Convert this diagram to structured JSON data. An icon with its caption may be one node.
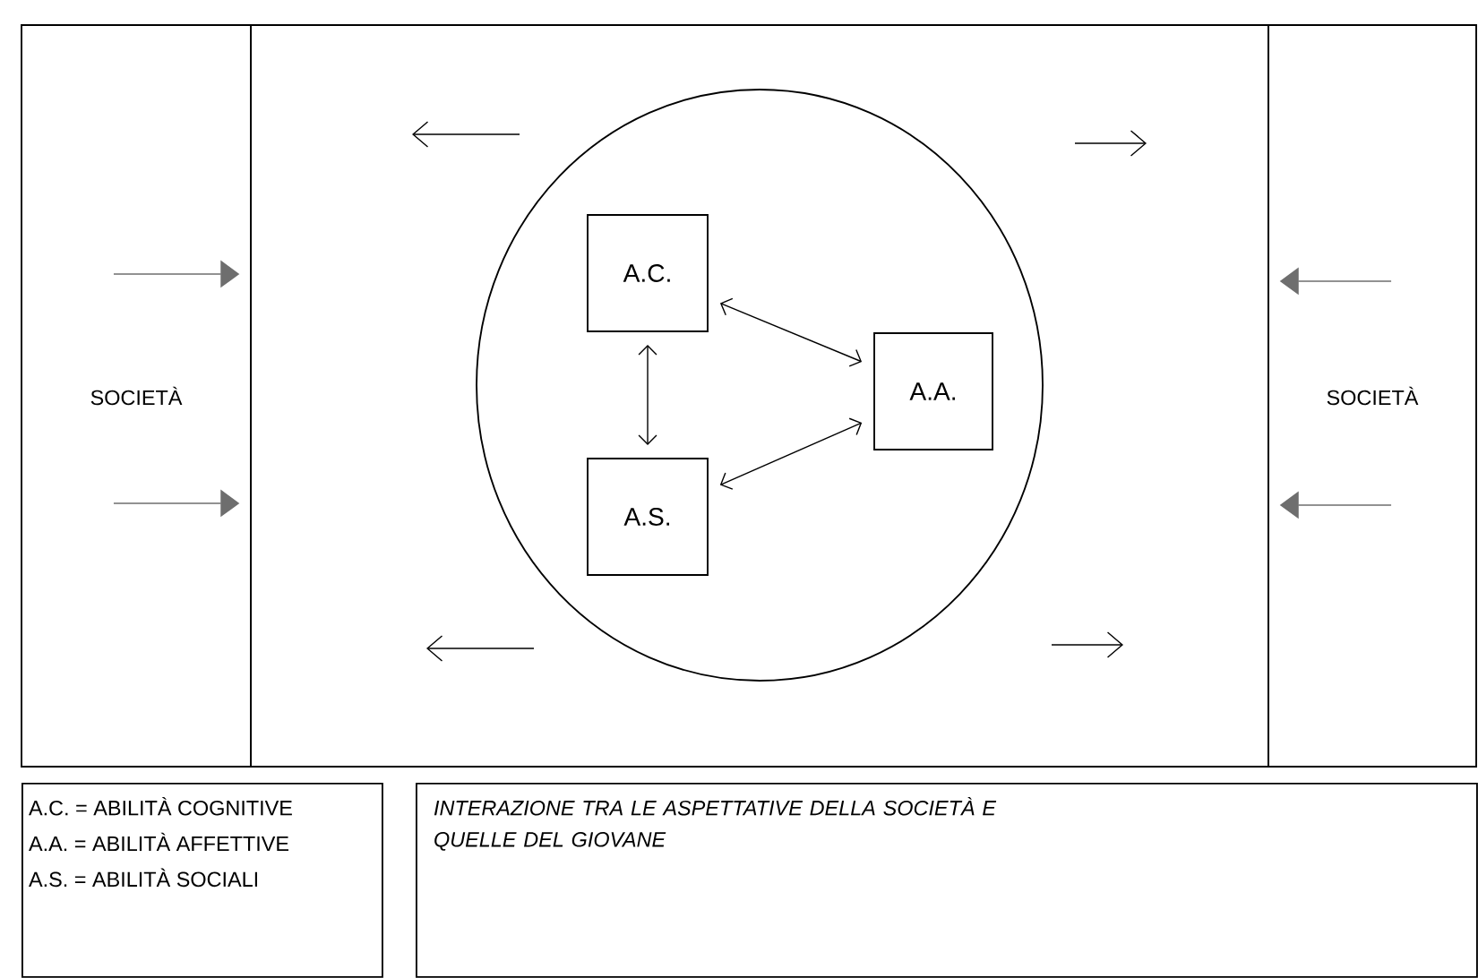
{
  "diagram": {
    "nodes": [
      {
        "text": [
          "SOCIETÀ"
        ]
      },
      {
        "text": [],
        "shape": "box"
      },
      {
        "text": [
          "SOCIETÀ"
        ]
      },
      {
        "text": [],
        "shape": "circle",
        "in": 1
      },
      {
        "text": [
          "A.C."
        ],
        "in": 3
      },
      {
        "text": [
          "A.A."
        ],
        "in": 3
      },
      {
        "text": [
          "A.S."
        ],
        "in": 3
      },
      {
        "text": [
          "A.C. = ABILITÀ COGNITIVE",
          "A.A. = ABILITÀ AFFETTIVE",
          "A.S. = ABILITÀ SOCIALI"
        ]
      },
      {
        "text": [
          "INTERAZIONE TRA LE ASPETTATIVE DELLA SOCIETÀ E QUELLE DEL GIOVANE"
        ]
      }
    ],
    "edges": [
      {
        "from": 4,
        "to": 6,
        "arrow": "both",
        "color": "#000000"
      },
      {
        "from": 4,
        "to": 5,
        "arrow": "both",
        "color": "#000000"
      },
      {
        "from": 6,
        "to": 5,
        "arrow": "both",
        "color": "#000000"
      },
      {
        "from": 0,
        "to": 1,
        "arrow": "to"
      },
      {
        "from": 0,
        "to": 1,
        "arrow": "to"
      },
      {
        "from": 2,
        "to": 1,
        "arrow": "to"
      },
      {
        "from": 2,
        "to": 1,
        "arrow": "to"
      }
    ]
  }
}
